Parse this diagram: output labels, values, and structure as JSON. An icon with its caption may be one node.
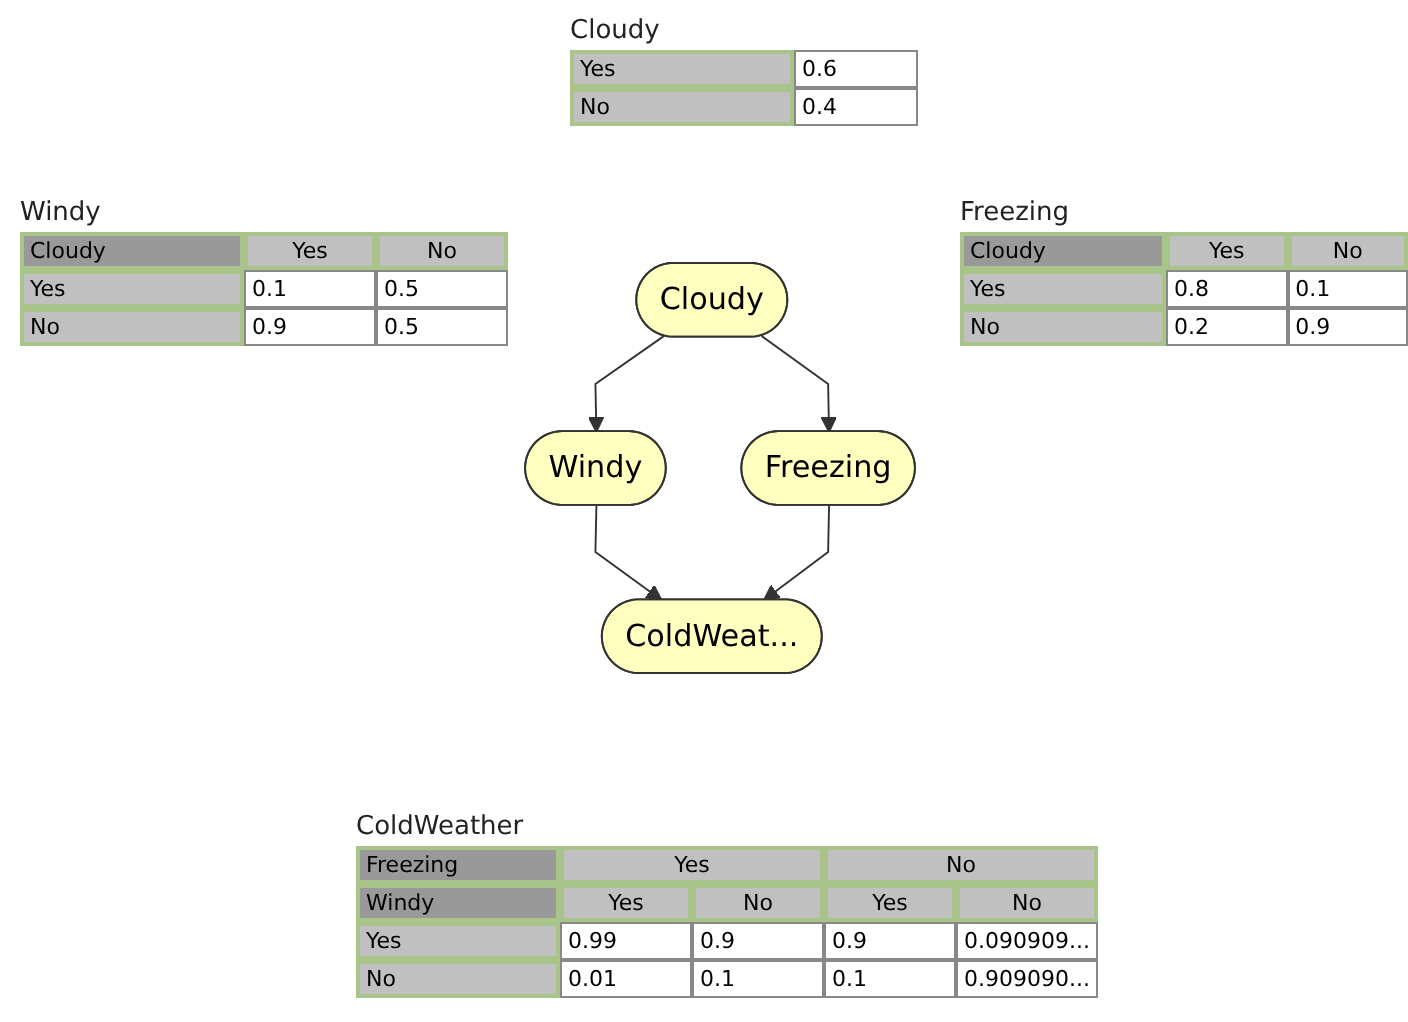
{
  "diagram": {
    "nodes": [
      {
        "text": [
          "Cloudy"
        ]
      },
      {
        "text": [
          "Windy"
        ]
      },
      {
        "text": [
          "Freezing"
        ]
      },
      {
        "text": [
          "ColdWeat..."
        ]
      }
    ],
    "edges": [
      {
        "from": 0,
        "to": 1,
        "arrow": "to"
      },
      {
        "from": 0,
        "to": 2,
        "arrow": "to"
      },
      {
        "from": 1,
        "to": 3,
        "arrow": "to"
      },
      {
        "from": 2,
        "to": 3,
        "arrow": "to"
      }
    ],
    "labels": [
      "Cloudy",
      "Yes",
      "0.6",
      "No",
      "0.4",
      "Windy",
      "Cloudy",
      "Yes",
      "No",
      "Yes",
      "0.1",
      "0.5",
      "No",
      "0.9",
      "0.5",
      "Freezing",
      "Cloudy",
      "Yes",
      "No",
      "Yes",
      "0.8",
      "0.1",
      "No",
      "0.2",
      "0.9",
      "ColdWeather",
      "Freezing",
      "Yes",
      "No",
      "Windy",
      "Yes",
      "No",
      "Yes",
      "No",
      "Yes",
      "0.99",
      "0.9",
      "0.9",
      "0.090909...",
      "No",
      "0.01",
      "0.1",
      "0.1",
      "0.909090..."
    ]
  }
}
